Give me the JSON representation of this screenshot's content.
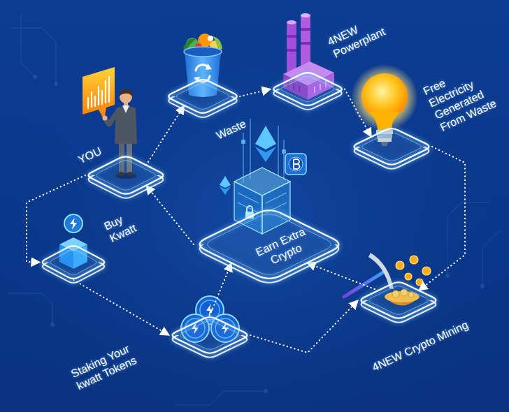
{
  "diagram": {
    "nodes": [
      {
        "text": [
          "YOU"
        ]
      },
      {
        "text": [
          "Waste"
        ]
      },
      {
        "text": [
          "4NEW Powerplant"
        ]
      },
      {
        "text": [
          "Free Electricity Generated From Waste"
        ]
      },
      {
        "text": [
          "Buy Kwatt"
        ]
      },
      {
        "text": [
          "Earn Extra Crypto"
        ]
      },
      {
        "text": [
          "Staking Your kwatt Tokens"
        ]
      },
      {
        "text": [
          "4NEW Crypto Mining"
        ]
      }
    ],
    "edges": [
      {
        "from": 0,
        "to": 1,
        "arrow": "to"
      },
      {
        "from": 1,
        "to": 2,
        "arrow": "to"
      },
      {
        "from": 2,
        "to": 3,
        "arrow": "to"
      },
      {
        "from": 3,
        "to": 7,
        "arrow": "to"
      },
      {
        "from": 7,
        "to": 5,
        "arrow": "to"
      },
      {
        "from": 5,
        "to": 0,
        "arrow": "to"
      },
      {
        "from": 0,
        "to": 4,
        "arrow": "to"
      },
      {
        "from": 4,
        "to": 6,
        "arrow": "to"
      },
      {
        "from": 6,
        "to": 7,
        "arrow": "to"
      },
      {
        "from": 6,
        "to": 5,
        "arrow": "to"
      }
    ]
  }
}
